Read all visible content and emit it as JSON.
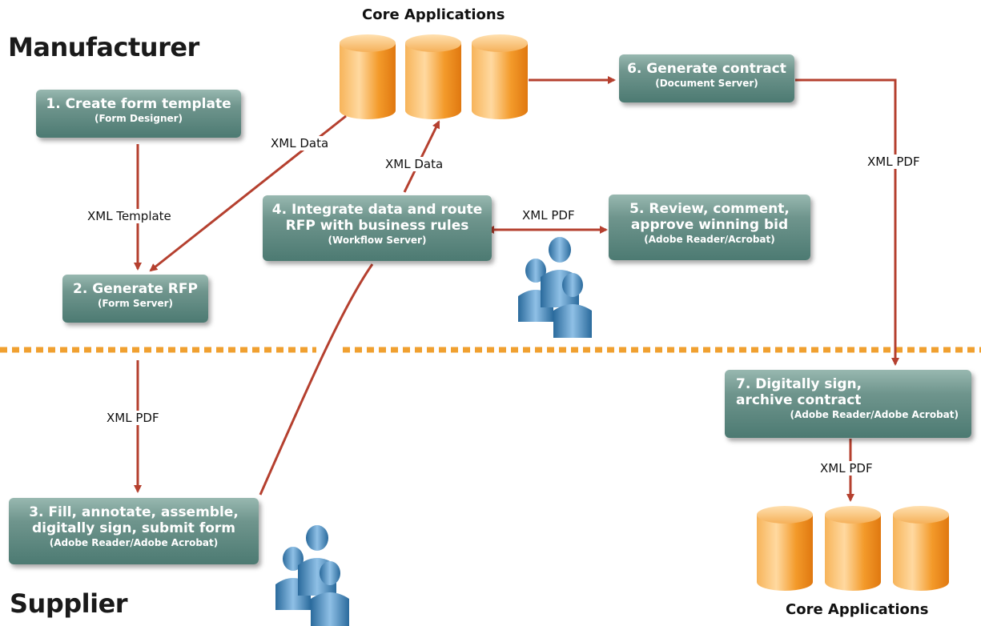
{
  "lanes": {
    "top": "Manufacturer",
    "bottom": "Supplier"
  },
  "core_apps": {
    "top_label": "Core Applications",
    "bottom_label": "Core Applications"
  },
  "steps": {
    "s1": {
      "title": "1. Create form template",
      "sub": "(Form Designer)"
    },
    "s2": {
      "title": "2. Generate RFP",
      "sub": "(Form Server)"
    },
    "s3": {
      "title_1": "3. Fill, annotate, assemble,",
      "title_2": "digitally sign, submit form",
      "sub": "(Adobe Reader/Adobe Acrobat)"
    },
    "s4": {
      "title_1": "4. Integrate data and route",
      "title_2": "RFP with business rules",
      "sub": "(Workflow Server)"
    },
    "s5": {
      "title_1": "5. Review, comment,",
      "title_2": "approve winning bid",
      "sub": "(Adobe Reader/Acrobat)"
    },
    "s6": {
      "title": "6. Generate contract",
      "sub": "(Document Server)"
    },
    "s7": {
      "title_1": "7. Digitally sign,",
      "title_2": "archive contract",
      "sub": "(Adobe Reader/Adobe Acrobat)"
    }
  },
  "flows": {
    "xml_data_left": "XML Data",
    "xml_data_mid": "XML Data",
    "xml_template": "XML Template",
    "xml_pdf_between_4_5": "XML PDF",
    "xml_pdf_right": "XML PDF",
    "xml_pdf_left": "XML PDF",
    "xml_pdf_bottom_right": "XML PDF"
  },
  "colors": {
    "arrow": "#b5402f",
    "divider": "#f0a030",
    "box": "#5f8a82",
    "cylinder": "#f39a2a",
    "people": "#2f6f9f"
  }
}
